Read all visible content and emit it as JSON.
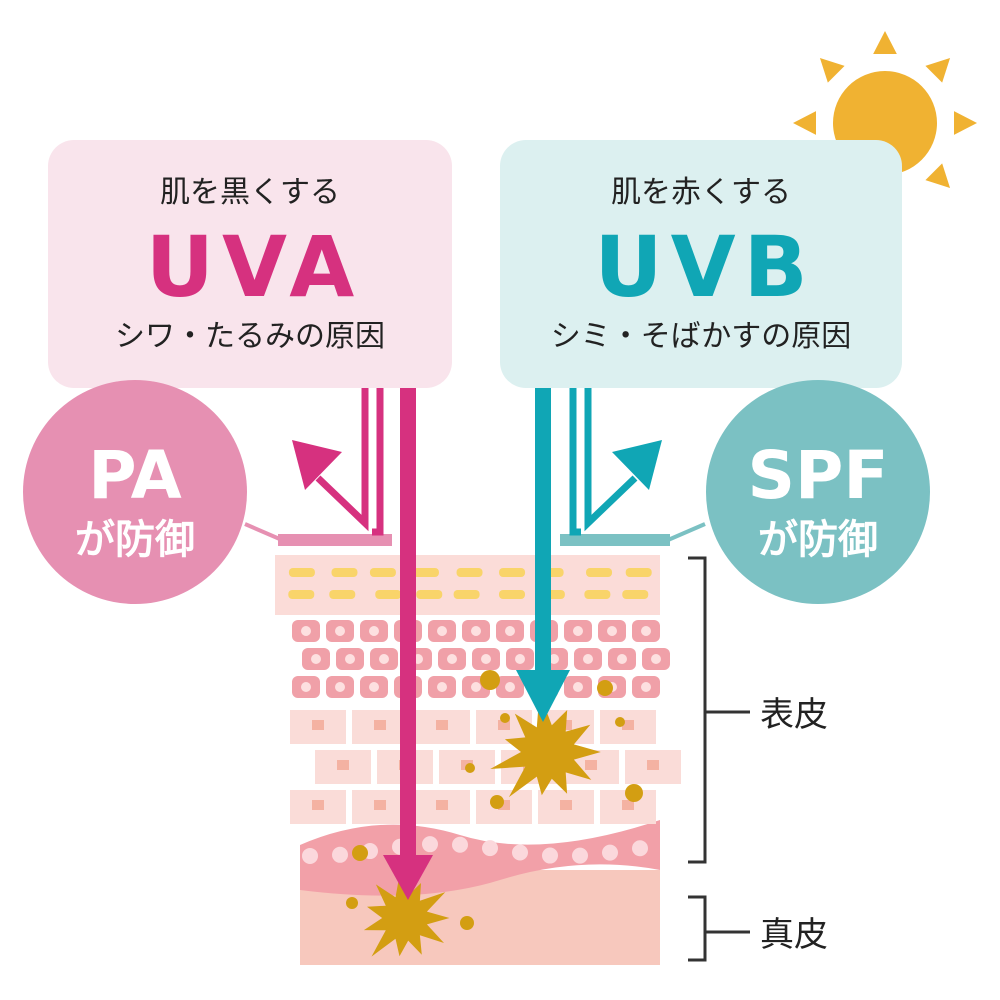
{
  "uva": {
    "subtitle": "肌を黒くする",
    "title": "UVA",
    "cause": "シワ・たるみの原因"
  },
  "uvb": {
    "subtitle": "肌を赤くする",
    "title": "UVB",
    "cause": "シミ・そばかすの原因"
  },
  "pa": {
    "title": "PA",
    "caption": "が防御"
  },
  "spf": {
    "title": "SPF",
    "caption": "が防御"
  },
  "labels": {
    "epidermis": "表皮",
    "dermis": "真皮"
  },
  "colors": {
    "uva": "#d6317f",
    "uvb": "#10a6b5",
    "pa_circle": "#e690b2",
    "spf_circle": "#7bc1c3",
    "uva_box": "#f9e4ec",
    "uvb_box": "#dcf0f0",
    "sun": "#f0b232",
    "spot": "#d39e12"
  }
}
